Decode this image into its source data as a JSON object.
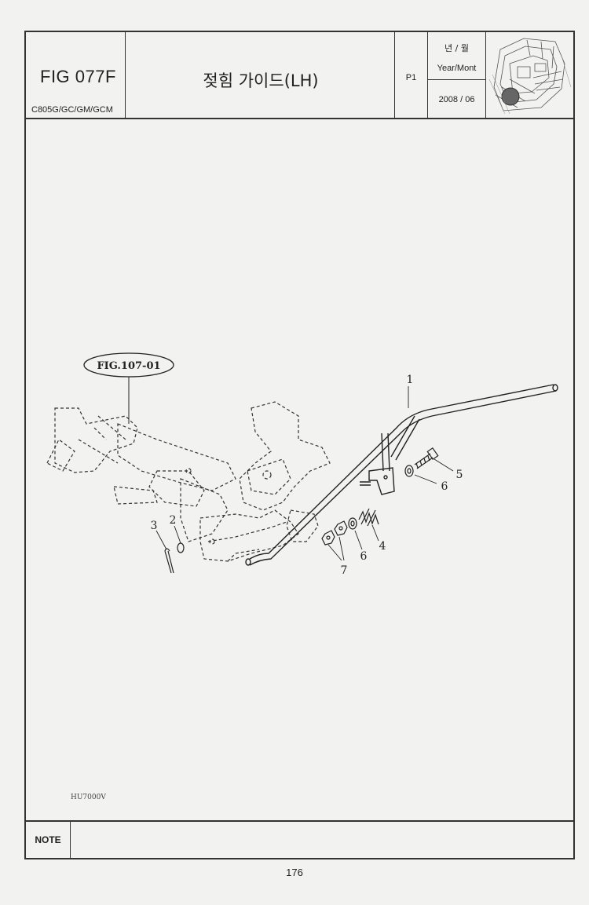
{
  "header": {
    "figure_number": "FIG 077F",
    "models": "C805G/GC/GM/GCM",
    "title": "젖힘 가이드(LH)",
    "page": "P1",
    "year_month_ko": "년 / 월",
    "year_month_en": "Year/Mont",
    "date": "2008 / 06",
    "thumbnail_icon": "combine-harvester-icon"
  },
  "diagram": {
    "reference_figure": "FIG.107-01",
    "callouts": [
      "1",
      "2",
      "3",
      "4",
      "5",
      "6",
      "6",
      "7"
    ],
    "model_code": "HU7000V"
  },
  "note": {
    "label": "NOTE",
    "text": ""
  },
  "footer": {
    "page_number": "176"
  }
}
